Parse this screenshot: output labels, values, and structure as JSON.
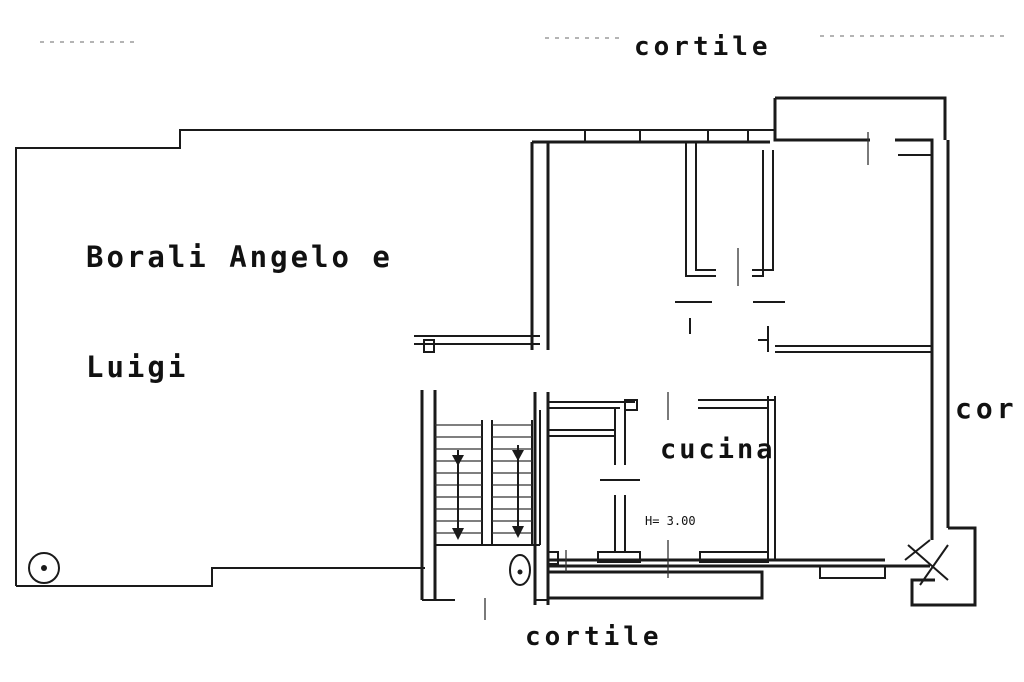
{
  "labels": {
    "cortile_top": "cortile",
    "cortile_bottom": "cortile",
    "cor_right": "cor",
    "owner_line1": "Borali Angelo e",
    "owner_line2": "Luigi",
    "cucina": "cucina",
    "height_note": "H= 3.00"
  },
  "colors": {
    "line": "#1a1a1a",
    "background": "#ffffff"
  }
}
